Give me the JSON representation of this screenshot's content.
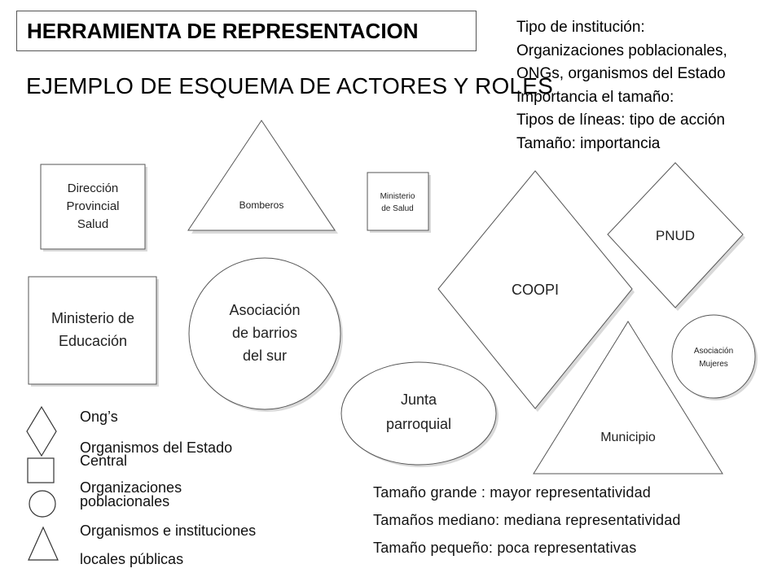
{
  "title": "HERRAMIENTA DE REPRESENTACION",
  "subtitle": "EJEMPLO DE ESQUEMA DE ACTORES Y ROLES",
  "info_lines": [
    "Tipo de institución:",
    "Organizaciones poblacionales,",
    "ONGs, organismos del Estado",
    "Importancia el tamaño:",
    "Tipos de líneas: tipo de acción",
    "Tamaño: importancia"
  ],
  "actors": {
    "direccion_provincial": [
      "Dirección",
      "Provincial",
      "Salud"
    ],
    "bomberos": "Bomberos",
    "ministerio_salud": [
      "Ministerio",
      "de Salud"
    ],
    "ministerio_educacion": [
      "Ministerio de",
      "Educación"
    ],
    "asociacion_barrios": [
      "Asociación",
      "de barrios",
      "del sur"
    ],
    "junta_parroquial": [
      "Junta",
      "parroquial"
    ],
    "coopi": "COOPI",
    "pnud": "PNUD",
    "asociacion_mujeres": [
      "Asociación",
      "Mujeres"
    ],
    "municipio": "Municipio"
  },
  "legend": {
    "ongs": "Ong’s",
    "organismos_estado": [
      "Organismos del Estado",
      "Central"
    ],
    "organizaciones_poblacionales": [
      "Organizaciones",
      "poblacionales"
    ],
    "organismos_locales": [
      "Organismos e instituciones",
      "locales públicas"
    ]
  },
  "size_legend": [
    "Tamaño grande : mayor representatividad",
    "Tamaños mediano: mediana representatividad",
    "Tamaño pequeño: poca representativas"
  ]
}
